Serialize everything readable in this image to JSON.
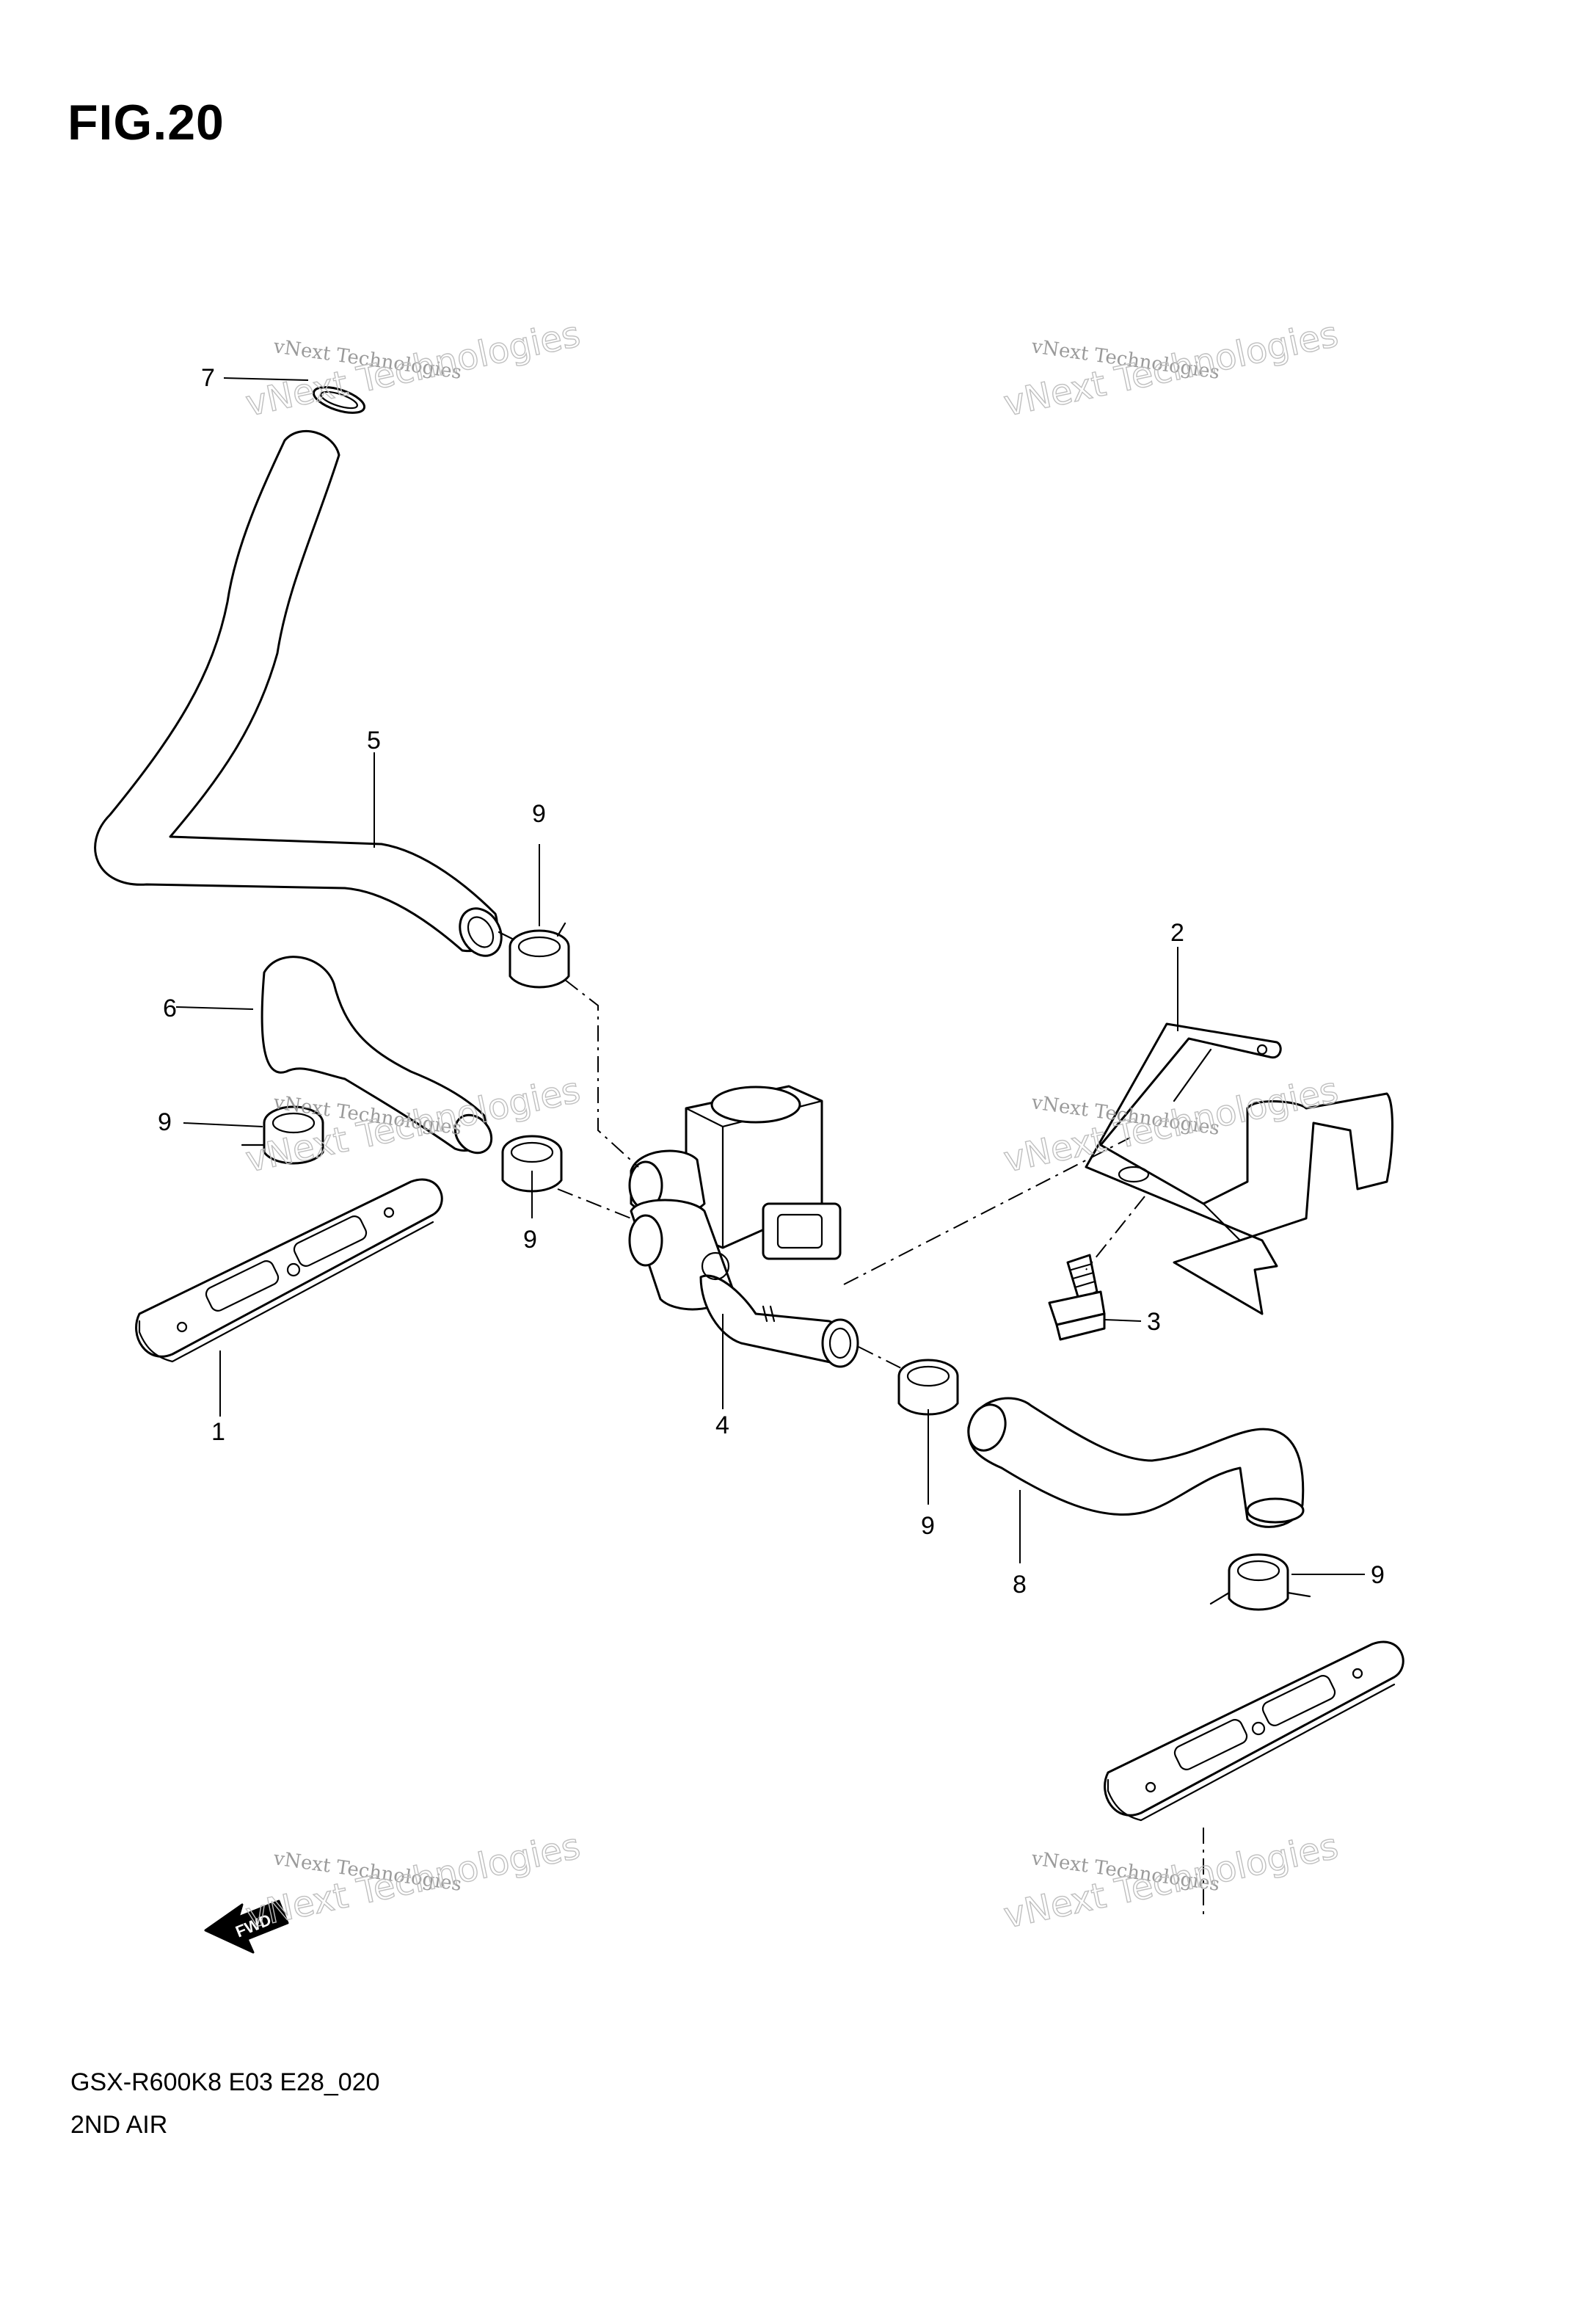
{
  "figure": {
    "title": "FIG.20",
    "code": "GSX-R600K8 E03 E28_020",
    "name": "2ND AIR"
  },
  "callouts": [
    "1",
    "2",
    "3",
    "4",
    "5",
    "6",
    "7",
    "8",
    "9",
    "9",
    "9",
    "9",
    "9"
  ],
  "watermark": {
    "line1": "vNext Technologies",
    "line2": "vNext Technologies",
    "count": 6
  },
  "fwd_label": "FWD",
  "colors": {
    "ink": "#000000",
    "watermark": "#9a9a9a",
    "background": "#ffffff"
  }
}
